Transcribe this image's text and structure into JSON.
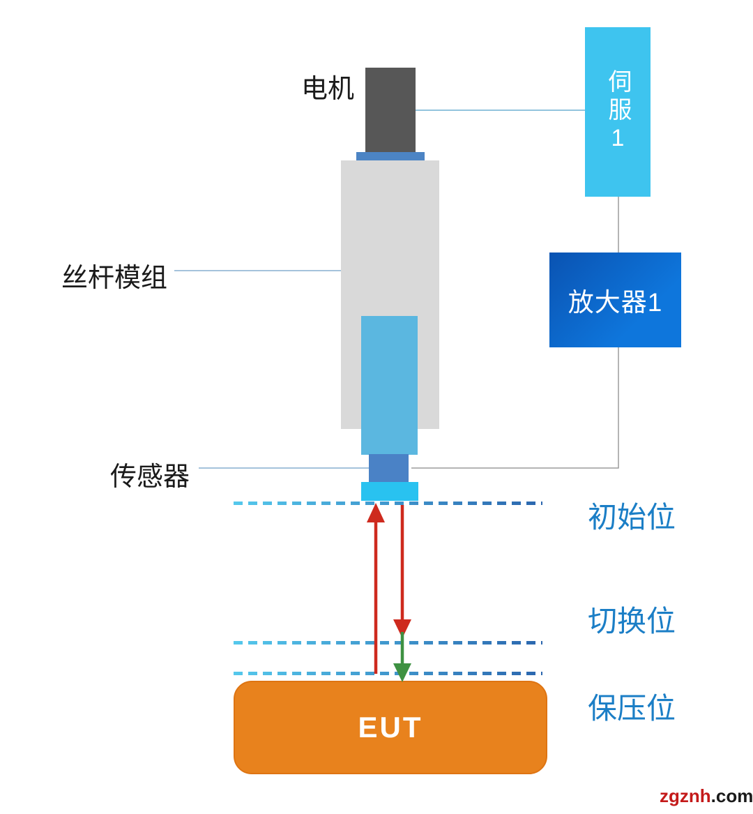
{
  "diagram": {
    "equipment": {
      "motor_label": "电机",
      "screw_module_label": "丝杆模组",
      "sensor_label": "传感器"
    },
    "control": {
      "servo_label": "伺服1",
      "amplifier_label": "放大器1"
    },
    "positions": [
      {
        "label": "初始位"
      },
      {
        "label": "切换位"
      },
      {
        "label": "保压位"
      }
    ],
    "eut_label": "EUT"
  },
  "watermark": {
    "site": "zgznh",
    "tld": ".com"
  },
  "colors": {
    "motor_body": "#575757",
    "coupling": "#4C84C4",
    "screw_module": "#D9D9D9",
    "piston": "#5BB7E0",
    "sensor_block": "#4A82C6",
    "probe_tip": "#29C2F0",
    "servo_box": "#3EC4EF",
    "amplifier_gradient_start": "#0A53B2",
    "amplifier_gradient_end": "#0E76DC",
    "dash_gradient_start": "#55C8EC",
    "dash_gradient_end": "#2B66AE",
    "position_label": "#1B7EC6",
    "eut_box": "#E8821D",
    "arrow_red": "#CE2A1E",
    "arrow_green": "#3E9142",
    "connector_gray": "#9B9B9B",
    "leader_blue": "#85AECF",
    "watermark_red": "#C41A1A"
  }
}
